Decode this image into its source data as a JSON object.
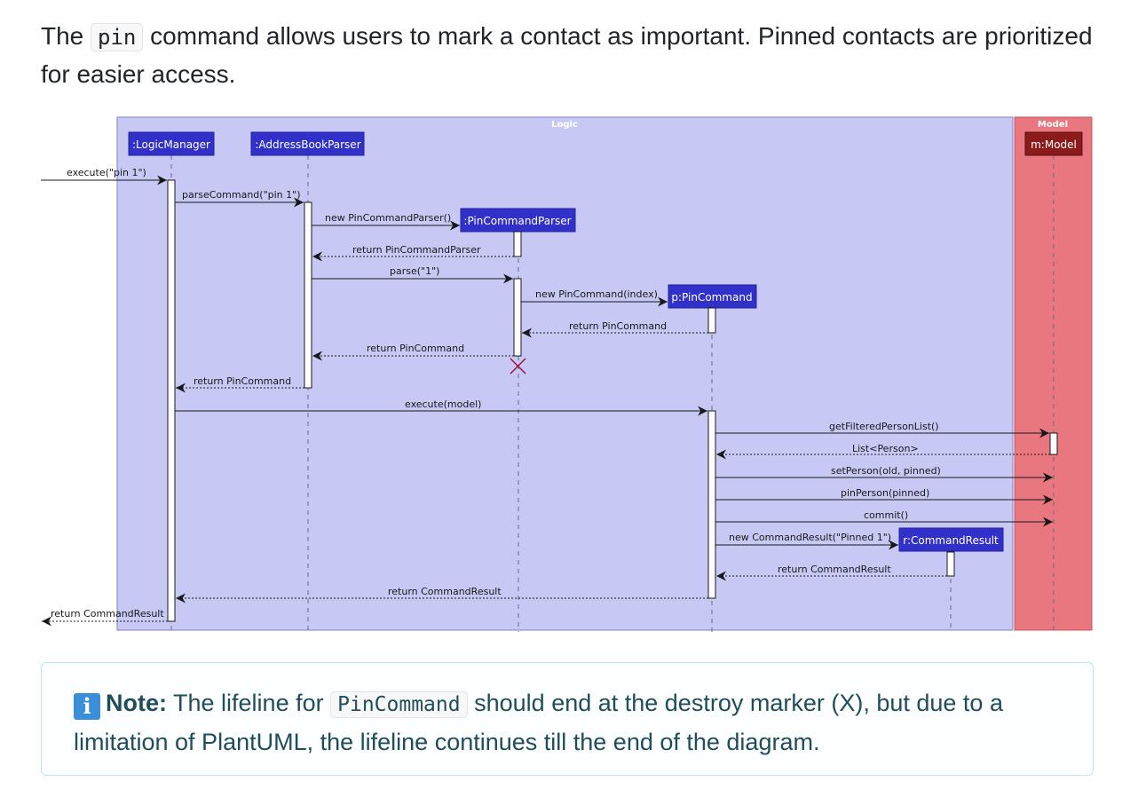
{
  "intro": {
    "before": "The",
    "code": "pin",
    "after": "command allows users to mark a contact as important. Pinned contacts are prioritized for easier access."
  },
  "diagram": {
    "groups": {
      "logic": {
        "label": "Logic",
        "color": "#c8c8f5"
      },
      "model": {
        "label": "Model",
        "color": "#e8777f"
      }
    },
    "participants": {
      "logic_manager": ":LogicManager",
      "parser": ":AddressBookParser",
      "pin_parser": ":PinCommandParser",
      "pin_command": "p:PinCommand",
      "command_result": "r:CommandResult",
      "model": "m:Model"
    },
    "messages": {
      "m1": "execute(\"pin 1\")",
      "m2": "parseCommand(\"pin 1\")",
      "m3": "new PinCommandParser()",
      "m4": "return PinCommandParser",
      "m5": "parse(\"1\")",
      "m6": "new PinCommand(index)",
      "m7": "return PinCommand",
      "m8": "return PinCommand",
      "m9": "return PinCommand",
      "m10": "execute(model)",
      "m11": "getFilteredPersonList()",
      "m12": "List<Person>",
      "m13": "setPerson(old, pinned)",
      "m14": "pinPerson(pinned)",
      "m15": "commit()",
      "m16": "new CommandResult(\"Pinned 1\")",
      "m17": "return CommandResult",
      "m18": "return CommandResult",
      "m19": "return CommandResult"
    },
    "colors": {
      "participant_blue": "#3131c9",
      "participant_red": "#8b1a1a",
      "destroy": "#a0103a"
    }
  },
  "note": {
    "icon": "info-icon",
    "label": "Note:",
    "before": "The lifeline for",
    "code": "PinCommand",
    "after": "should end at the destroy marker (X), but due to a limitation of PlantUML, the lifeline continues till the end of the diagram."
  }
}
